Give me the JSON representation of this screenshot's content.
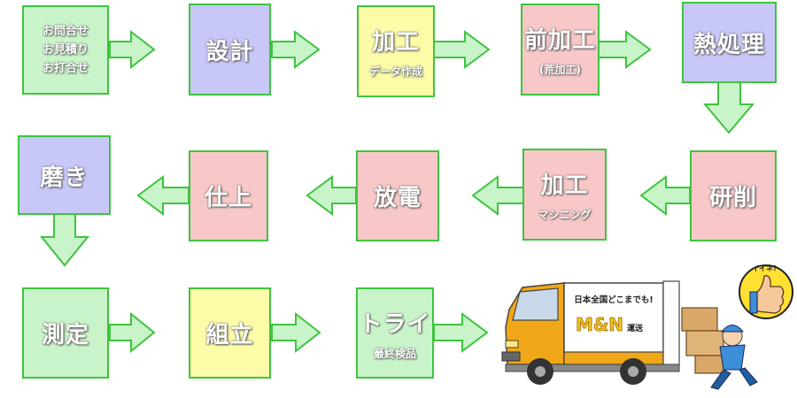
{
  "steps": [
    {
      "id": "inquiry",
      "lines": [
        "お問合せ",
        "お見積り",
        "お打合せ"
      ],
      "color": "green"
    },
    {
      "id": "design",
      "main": "設計",
      "color": "purple"
    },
    {
      "id": "data",
      "main": "加工",
      "sub": "データ作成",
      "color": "yellow"
    },
    {
      "id": "pre",
      "main": "前加工",
      "sub": "(荒加工)",
      "color": "pink"
    },
    {
      "id": "heat",
      "main": "熱処理",
      "color": "purple"
    },
    {
      "id": "grind",
      "main": "研削",
      "color": "pink"
    },
    {
      "id": "machining",
      "main": "加工",
      "sub": "マシニング",
      "color": "pink"
    },
    {
      "id": "edm",
      "main": "放電",
      "color": "pink"
    },
    {
      "id": "finish",
      "main": "仕上",
      "color": "pink"
    },
    {
      "id": "polish",
      "main": "磨き",
      "color": "purple"
    },
    {
      "id": "measure",
      "main": "測定",
      "color": "green"
    },
    {
      "id": "assembly",
      "main": "組立",
      "color": "yellow"
    },
    {
      "id": "trial",
      "main": "トライ",
      "sub": "最終検品",
      "color": "green"
    }
  ],
  "truck": {
    "slogan": "日本全国どこまでも!",
    "brand": "M&N",
    "brand_suffix": "運送",
    "thumb_text": "イイネ!"
  },
  "colors": {
    "green": "#c9f4c9",
    "purple": "#c8c8f8",
    "yellow": "#fbfba8",
    "pink": "#f8c8c8",
    "border": "#3ec43e",
    "truck": "#f0a818"
  }
}
